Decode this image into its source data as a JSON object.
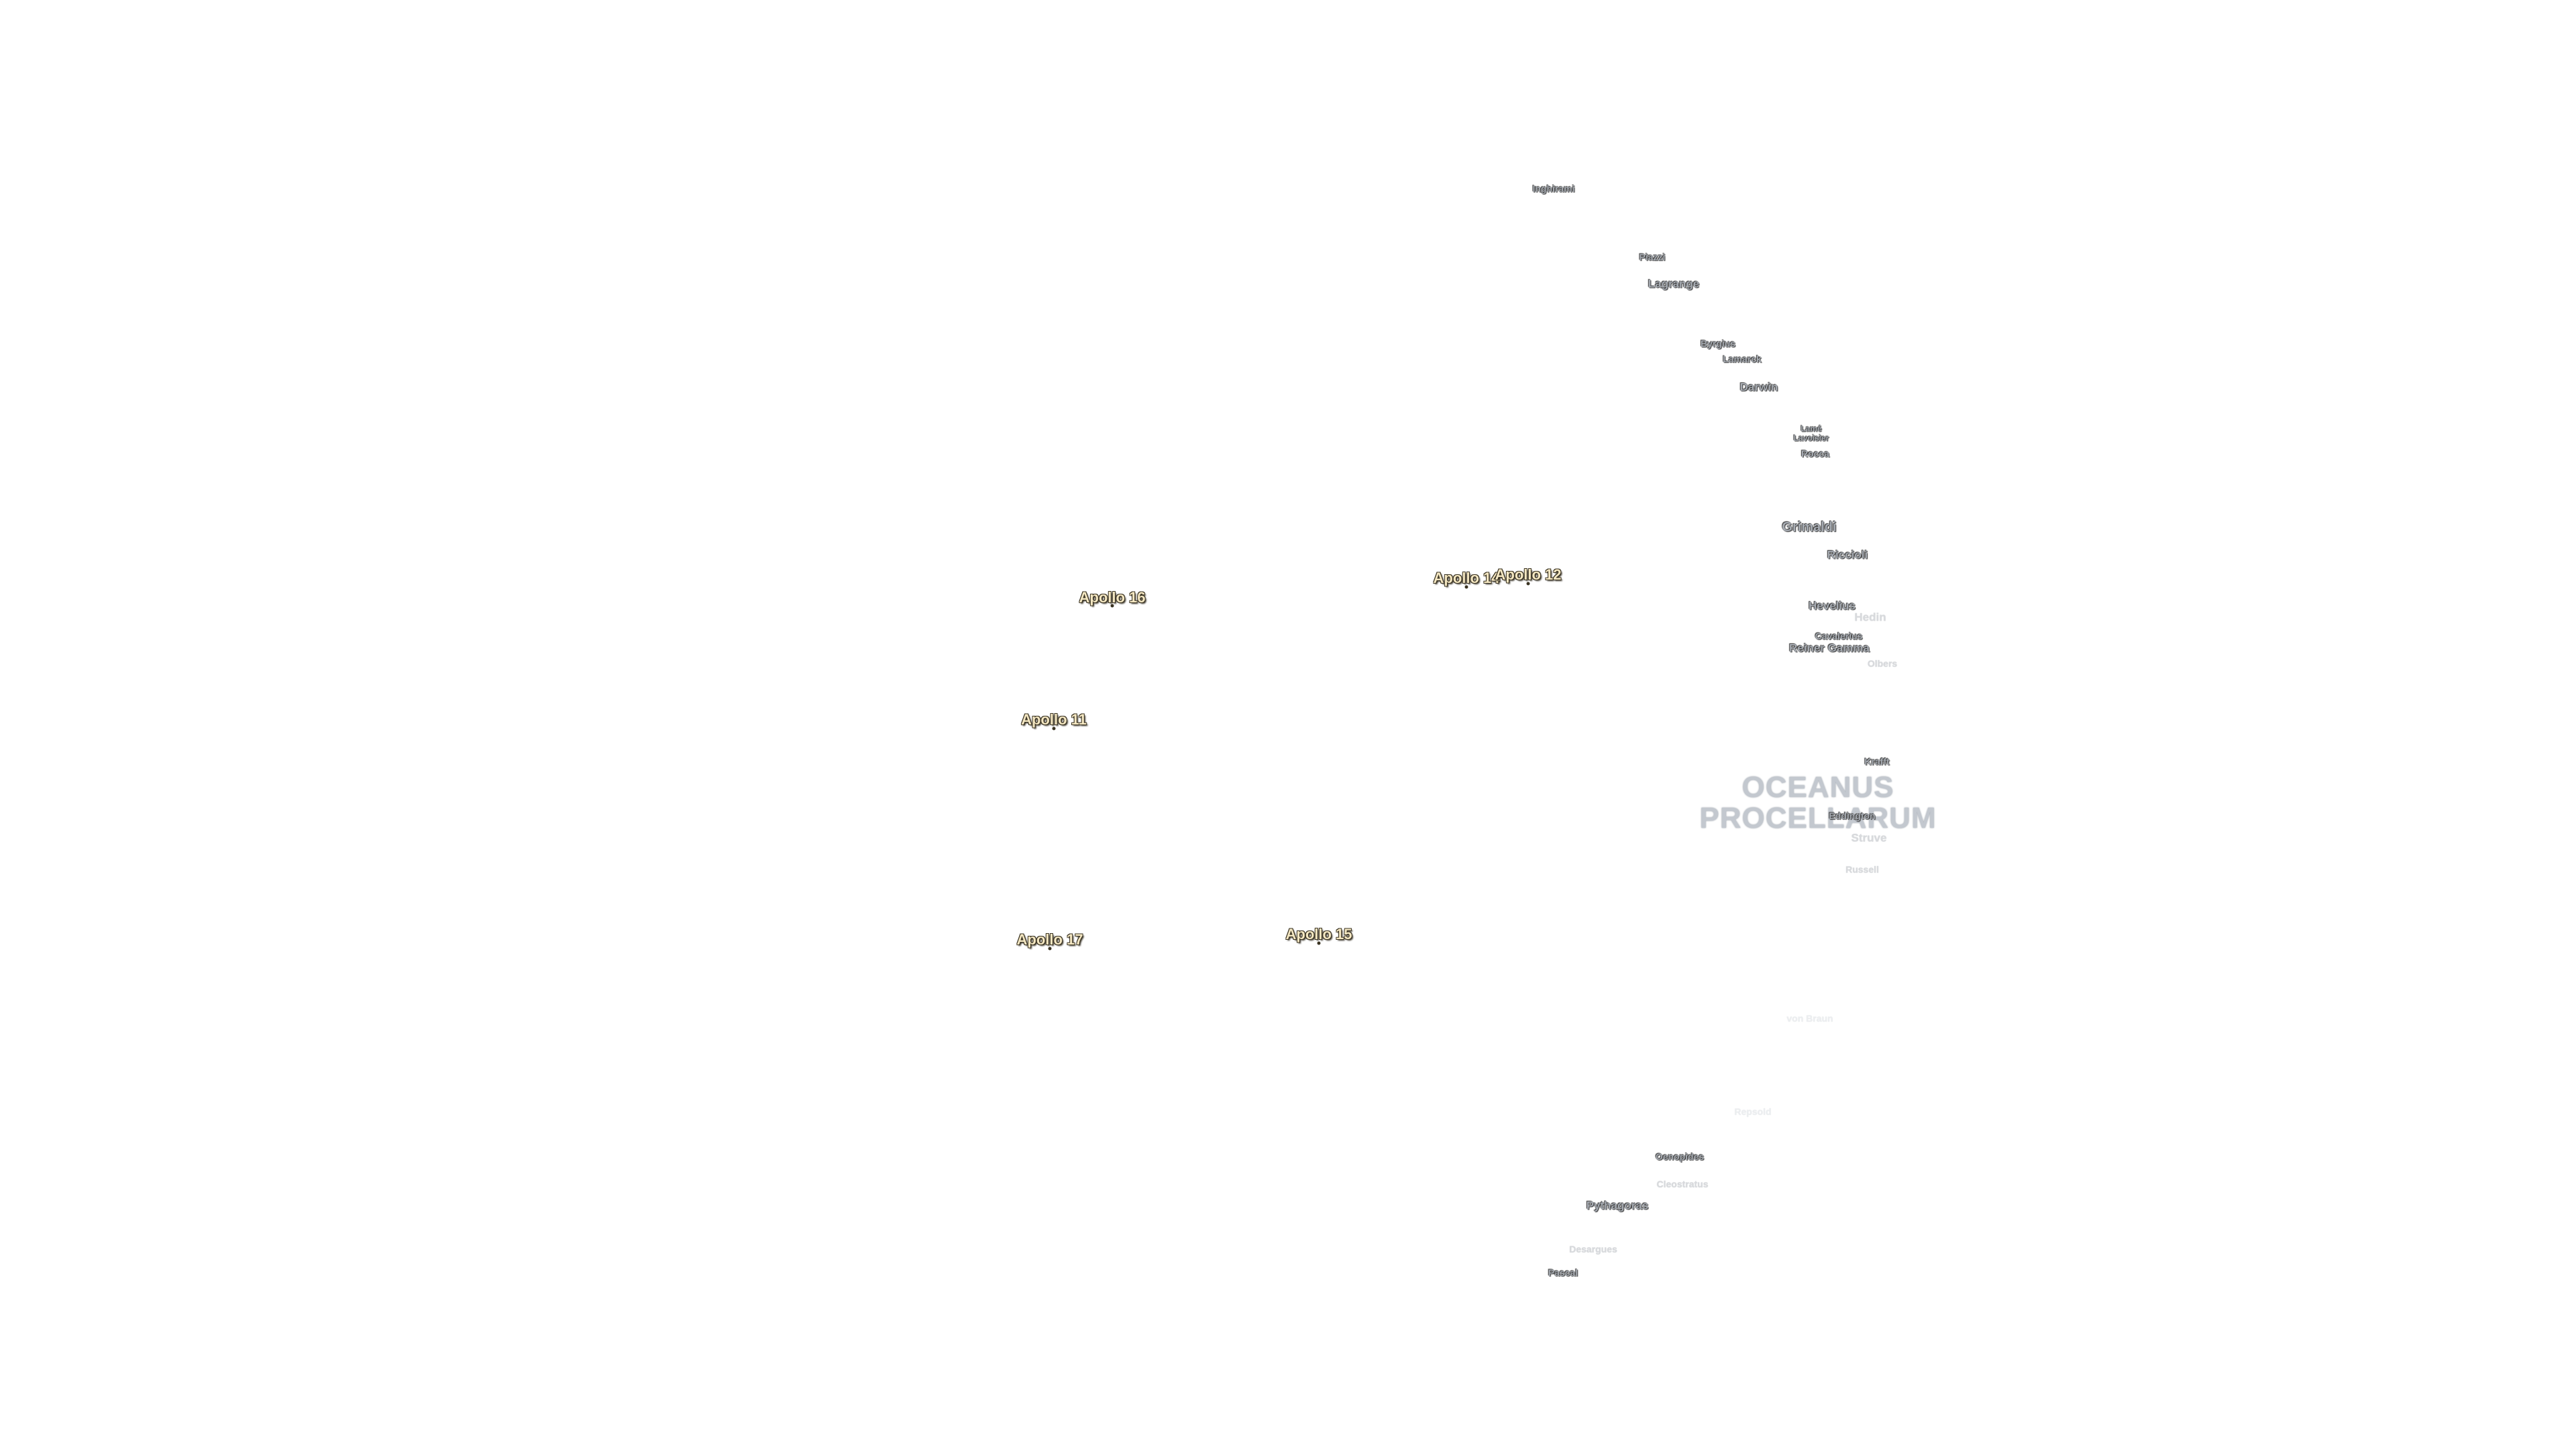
{
  "map": {
    "type": "lunar-labels-overlay",
    "mare": [
      "OCEANUS",
      "PROCELLARUM"
    ],
    "apollo_sites": [
      {
        "name": "Apollo 16"
      },
      {
        "name": "Apollo 14"
      },
      {
        "name": "Apollo 12"
      },
      {
        "name": "Apollo 11"
      },
      {
        "name": "Apollo 17"
      },
      {
        "name": "Apollo 15"
      }
    ],
    "craters": [
      {
        "name": "Inghirami"
      },
      {
        "name": "Piazzi"
      },
      {
        "name": "Lagrange"
      },
      {
        "name": "Byrgius"
      },
      {
        "name": "Lamarck"
      },
      {
        "name": "Darwin"
      },
      {
        "name": "Lamé"
      },
      {
        "name": "Lavoisier"
      },
      {
        "name": "Rocca"
      },
      {
        "name": "Grimaldi"
      },
      {
        "name": "Riccioli"
      },
      {
        "name": "Hevelius"
      },
      {
        "name": "Hedin"
      },
      {
        "name": "Cavalerius"
      },
      {
        "name": "Reiner Gamma"
      },
      {
        "name": "Olbers"
      },
      {
        "name": "Krafft"
      },
      {
        "name": "Eddington"
      },
      {
        "name": "Struve"
      },
      {
        "name": "Russell"
      },
      {
        "name": "von Braun"
      },
      {
        "name": "Repsold"
      },
      {
        "name": "Oenopides"
      },
      {
        "name": "Cleostratus"
      },
      {
        "name": "Pythagoras"
      },
      {
        "name": "Desargues"
      },
      {
        "name": "Pascal"
      }
    ],
    "colors": {
      "background": "#ffffff",
      "apollo_text": "#f4e7c2",
      "crater_text": "#a7acb3",
      "mare_text": "#c3c8cf"
    }
  }
}
